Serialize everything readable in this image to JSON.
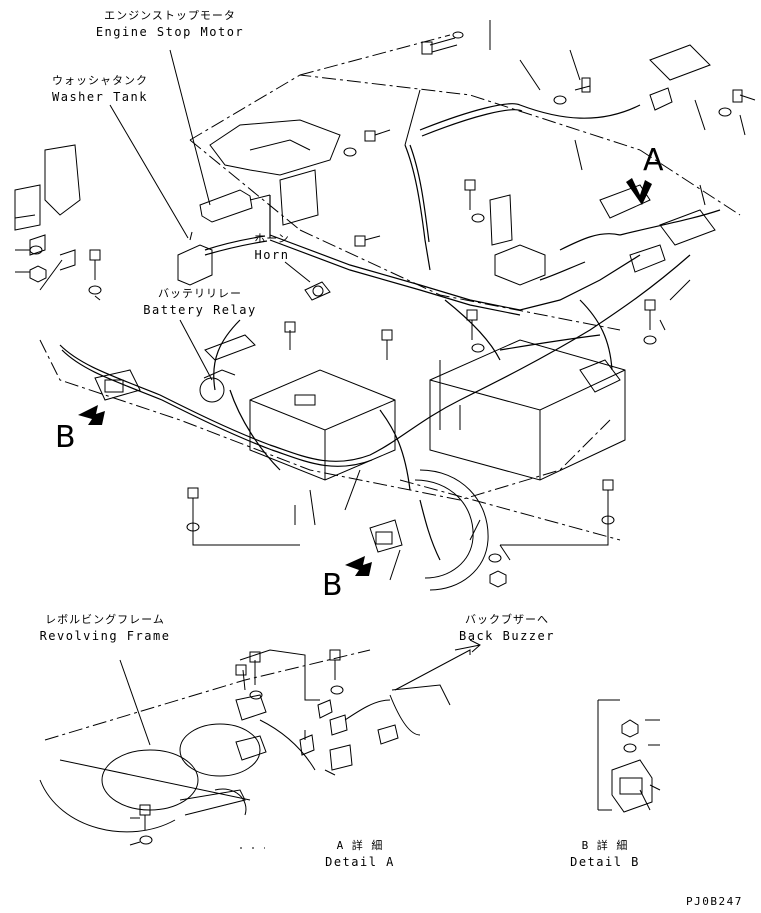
{
  "labels": {
    "engine_stop_motor_jp": "エンジンストップモータ",
    "engine_stop_motor_en": "Engine Stop Motor",
    "washer_tank_jp": "ウォッシャタンク",
    "washer_tank_en": "Washer Tank",
    "horn_jp": "ホーン",
    "horn_en": "Horn",
    "battery_relay_jp": "バッテリリレー",
    "battery_relay_en": "Battery Relay",
    "revolving_frame_jp": "レボルビングフレーム",
    "revolving_frame_en": "Revolving Frame",
    "back_buzzer_jp": "バックブザーへ",
    "back_buzzer_en": "Back Buzzer",
    "detail_a_jp": "A 詳 細",
    "detail_a_en": "Detail A",
    "detail_b_jp": "B 詳 細",
    "detail_b_en": "Detail B",
    "view_a": "A",
    "view_b_left": "B",
    "view_b_bottom": "B",
    "drawing_code": "PJ0B247"
  }
}
